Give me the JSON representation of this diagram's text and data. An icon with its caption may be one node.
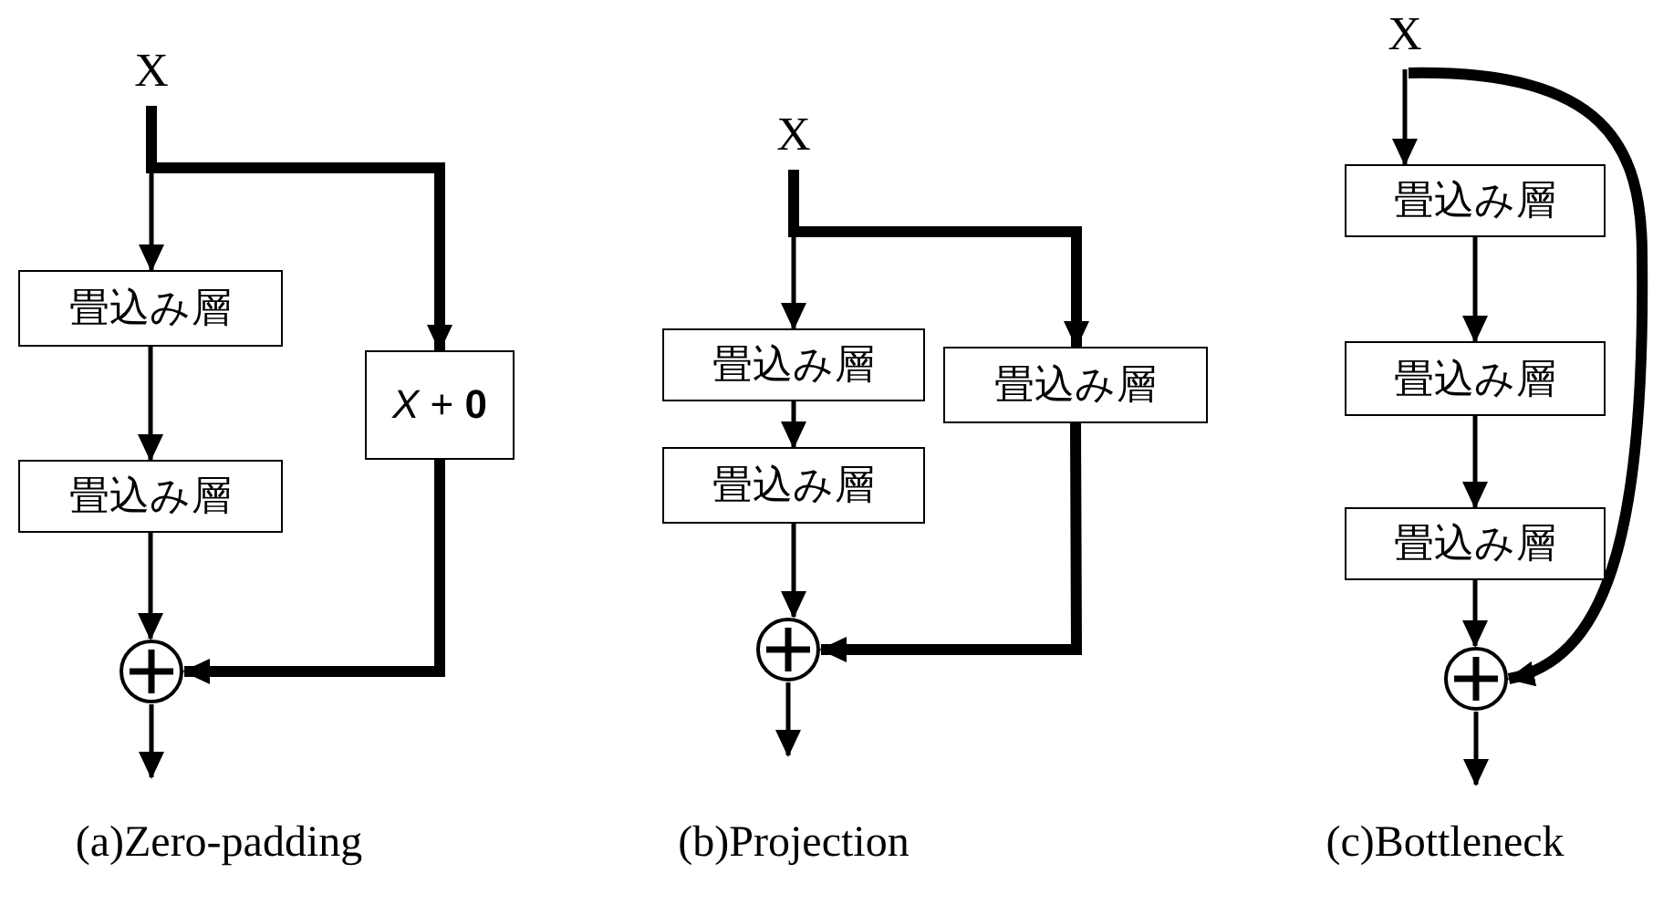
{
  "diagram": {
    "nodes": [
      {
        "text": [
          "X"
        ]
      },
      {
        "text": [
          "畳込み層"
        ]
      },
      {
        "text": [
          "畳込み層"
        ]
      },
      {
        "text": [
          "*X* + **0**"
        ]
      },
      {
        "text": [],
        "shape": "circle"
      },
      {
        "text": [
          "X"
        ]
      },
      {
        "text": [
          "畳込み層"
        ]
      },
      {
        "text": [
          "畳込み層"
        ]
      },
      {
        "text": [
          "畳込み層"
        ]
      },
      {
        "text": [],
        "shape": "circle"
      },
      {
        "text": [
          "X"
        ]
      },
      {
        "text": [
          "畳込み層"
        ]
      },
      {
        "text": [
          "畳込み層"
        ]
      },
      {
        "text": [
          "畳込み層"
        ]
      },
      {
        "text": [],
        "shape": "circle"
      }
    ],
    "edges": [
      {
        "from": 0,
        "to": 1,
        "arrow": "to"
      },
      {
        "from": 1,
        "to": 2,
        "arrow": "to"
      },
      {
        "from": 2,
        "to": 4,
        "arrow": "to"
      },
      {
        "from": 0,
        "to": 3,
        "arrow": "to",
        "style": "thick"
      },
      {
        "from": 3,
        "to": 4,
        "arrow": "to",
        "style": "thick"
      },
      {
        "from": 4,
        "to": null,
        "arrow": "to"
      },
      {
        "from": 5,
        "to": 6,
        "arrow": "to"
      },
      {
        "from": 6,
        "to": 7,
        "arrow": "to"
      },
      {
        "from": 7,
        "to": 9,
        "arrow": "to"
      },
      {
        "from": 5,
        "to": 8,
        "arrow": "to",
        "style": "thick"
      },
      {
        "from": 8,
        "to": 9,
        "arrow": "to",
        "style": "thick"
      },
      {
        "from": 9,
        "to": null,
        "arrow": "to"
      },
      {
        "from": 10,
        "to": 11,
        "arrow": "to"
      },
      {
        "from": 11,
        "to": 12,
        "arrow": "to"
      },
      {
        "from": 12,
        "to": 13,
        "arrow": "to"
      },
      {
        "from": 13,
        "to": 14,
        "arrow": "to"
      },
      {
        "from": 10,
        "to": 14,
        "arrow": "to",
        "style": "thick"
      },
      {
        "from": 14,
        "to": null,
        "arrow": "to"
      }
    ],
    "labels": [
      "(a)Zero-padding",
      "(b)Projection",
      "(c)Bottleneck"
    ]
  }
}
